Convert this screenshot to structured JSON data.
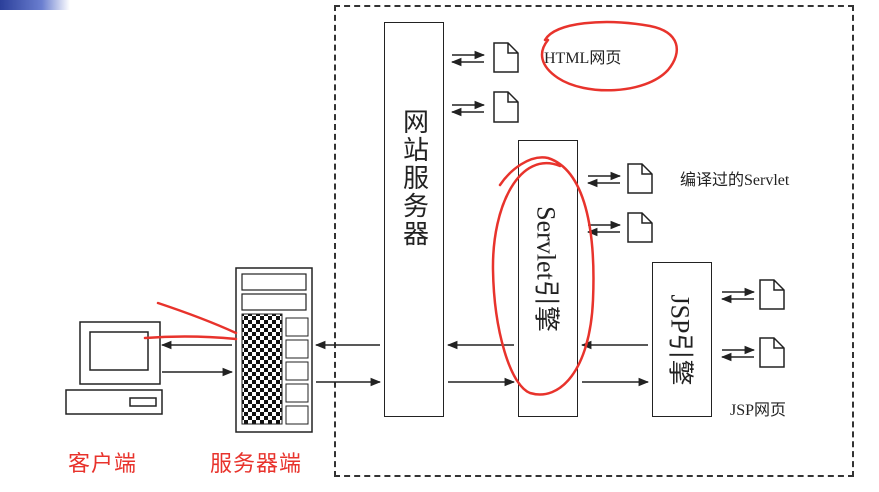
{
  "labels": {
    "website_server": "网站服务器",
    "servlet_engine": "Servlet引擎",
    "jsp_engine": "JSP引擎",
    "html_page": "HTML网页",
    "compiled_servlet": "编译过的Servlet",
    "jsp_page": "JSP网页",
    "client": "客户端",
    "server_side": "服务器端"
  },
  "colors": {
    "annotation_red": "#e8332c",
    "accent_blue": "#2b3f9a"
  }
}
